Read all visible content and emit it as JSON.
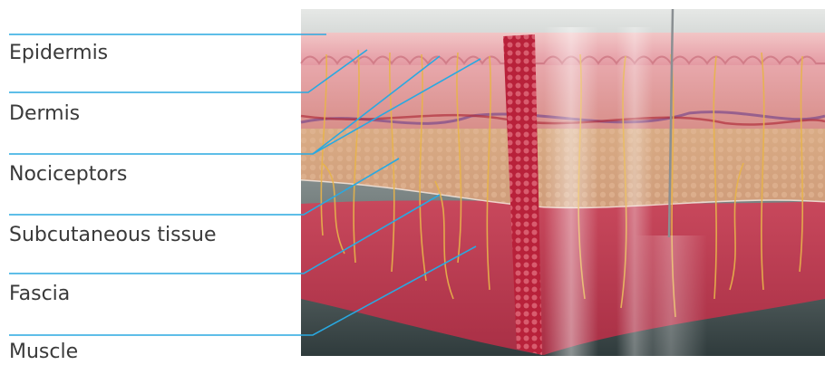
{
  "labels": [
    {
      "id": "epidermis",
      "text": "Epidermis"
    },
    {
      "id": "dermis",
      "text": "Dermis"
    },
    {
      "id": "nociceptors",
      "text": "Nociceptors"
    },
    {
      "id": "subcutaneous",
      "text": "Subcutaneous tissue"
    },
    {
      "id": "fascia",
      "text": "Fascia"
    },
    {
      "id": "muscle",
      "text": "Muscle"
    }
  ],
  "colors": {
    "leader_line": "#29a9e1",
    "label_text": "#3a3a3a",
    "epidermis": "#e9a6ad",
    "dermis": "#d98c93",
    "subcutaneous": "#d4a680",
    "muscle": "#c94a5e",
    "nerves": "#e8b44a",
    "background_dark": "#3a4546"
  }
}
